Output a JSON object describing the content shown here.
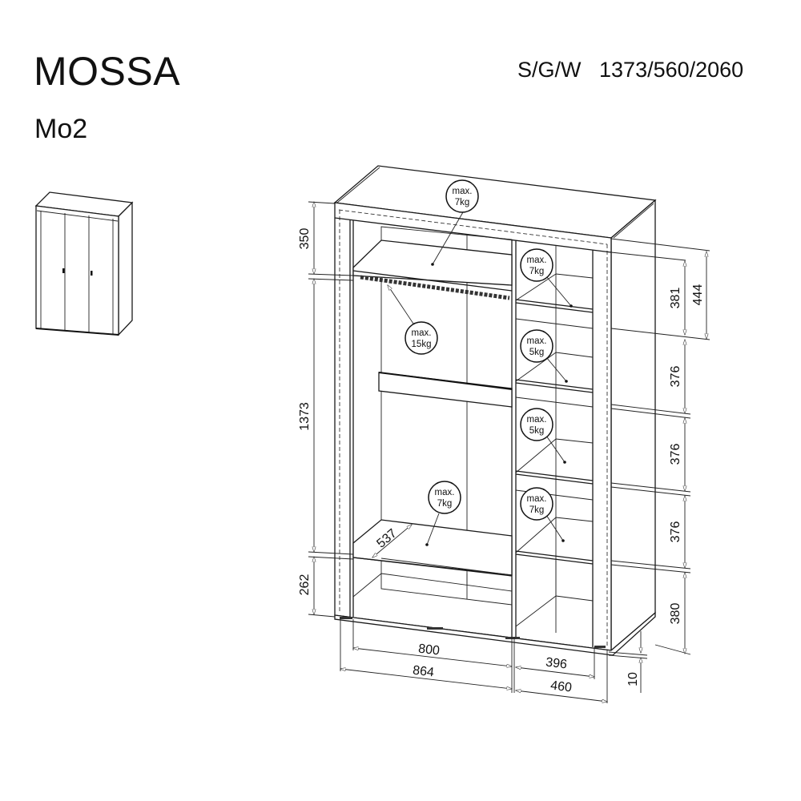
{
  "header": {
    "title": "MOSSA",
    "model": "Mo2",
    "spec_label": "S/G/W",
    "spec_value": "1373/560/2060"
  },
  "thumbnail": {
    "description": "three-door wardrobe closed view",
    "doors": 3,
    "handles": 2
  },
  "load_badges": [
    {
      "id": "top-shelf",
      "line1": "max.",
      "line2": "7kg"
    },
    {
      "id": "hanging-rail",
      "line1": "max.",
      "line2": "15kg"
    },
    {
      "id": "right-shelf-1",
      "line1": "max.",
      "line2": "7kg"
    },
    {
      "id": "right-shelf-2",
      "line1": "max.",
      "line2": "5kg"
    },
    {
      "id": "right-shelf-3",
      "line1": "max.",
      "line2": "5kg"
    },
    {
      "id": "right-shelf-4",
      "line1": "max.",
      "line2": "7kg"
    },
    {
      "id": "bottom-left-shelf",
      "line1": "max.",
      "line2": "7kg"
    }
  ],
  "dimensions": {
    "left_vertical": [
      "350",
      "1373",
      "262"
    ],
    "right_inner_vertical": [
      "381",
      "376",
      "376",
      "376",
      "380"
    ],
    "right_outer_vertical": "444",
    "shelf_depth": "537",
    "plinth": "10",
    "bottom": {
      "inner_left": "800",
      "outer_left": "864",
      "inner_right": "396",
      "outer_right": "460"
    }
  }
}
